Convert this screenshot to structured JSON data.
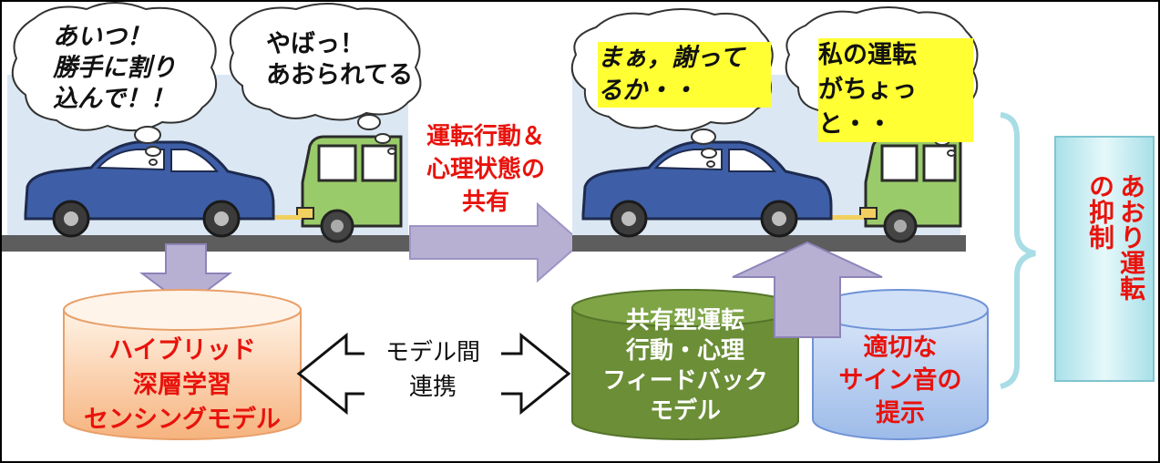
{
  "bubbles": {
    "left_blue": "あいつ！\n勝手に割り\n込んで！！",
    "left_green": "やばっ！\nあおられてる",
    "right_blue": "まぁ，謝って\nるか・・",
    "right_green": "私の運転\nがちょっと・・"
  },
  "share_label": "運転行動＆\n心理状態の\n共有",
  "db_left": "ハイブリッド\n深層学習\nセンシングモデル",
  "link_label": "モデル間\n連携",
  "db_green": "共有型運転\n行動・心理\nフィードバック\nモデル",
  "db_blue": "適切な\nサイン音の\n提示",
  "result": "あおり運転\nの抑制",
  "colors": {
    "sky": "#dbe8f3",
    "road": "#5d5d5d",
    "car_blue": "#3e5fa7",
    "car_green": "#9acb6a",
    "arrow": "#b8b0d3",
    "text_red": "#e8130c",
    "highlight": "#ffff33",
    "db_green": "#6b8e37",
    "db_blue": "#a9c4ec",
    "result_box": "#cdeef2"
  }
}
